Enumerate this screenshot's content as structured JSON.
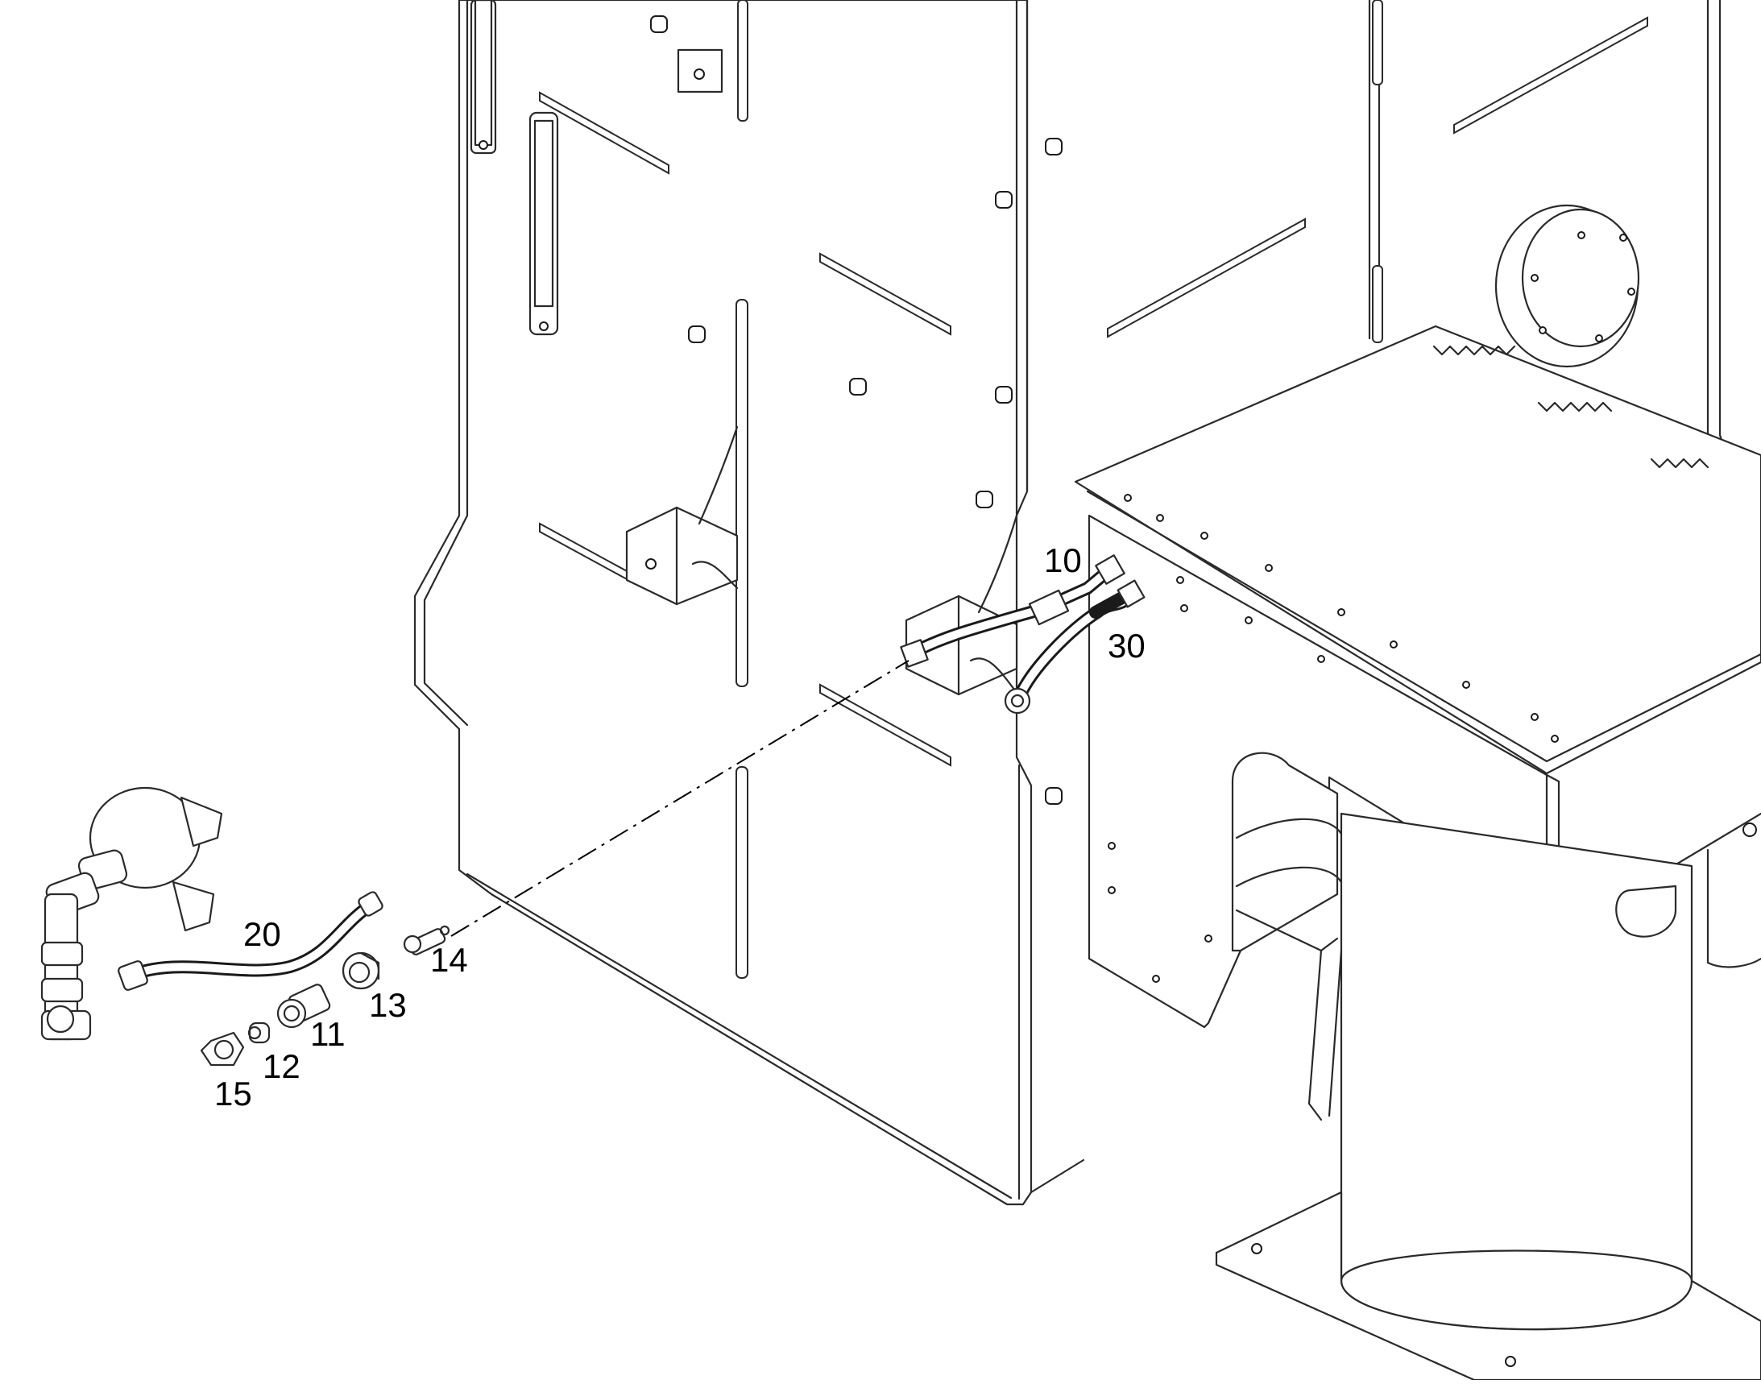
{
  "callouts": [
    {
      "id": "10",
      "label": "10"
    },
    {
      "id": "30",
      "label": "30"
    },
    {
      "id": "20",
      "label": "20"
    },
    {
      "id": "14",
      "label": "14"
    },
    {
      "id": "13",
      "label": "13"
    },
    {
      "id": "11",
      "label": "11"
    },
    {
      "id": "12",
      "label": "12"
    },
    {
      "id": "15",
      "label": "15"
    }
  ],
  "colors": {
    "line": "#2a2a2a",
    "background": "#ffffff",
    "hose": "#1a1a1a"
  }
}
